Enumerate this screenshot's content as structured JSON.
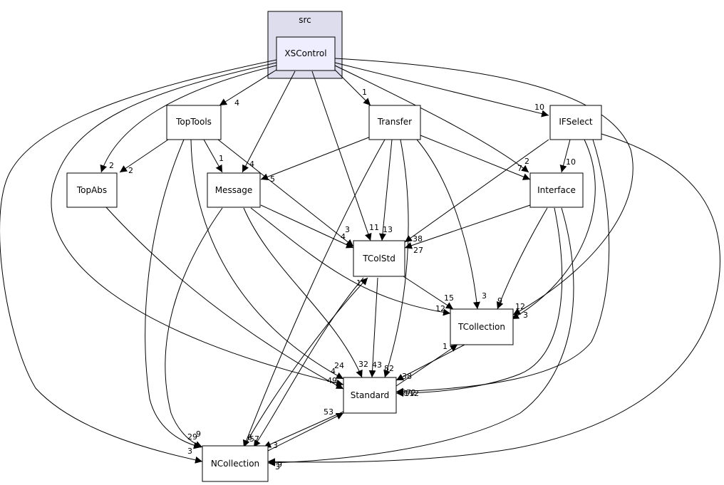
{
  "cluster": {
    "label": "src"
  },
  "nodes": {
    "xscontrol": "XSControl",
    "toptools": "TopTools",
    "transfer": "Transfer",
    "ifselect": "IFSelect",
    "topabs": "TopAbs",
    "message": "Message",
    "interface": "Interface",
    "tcolstd": "TColStd",
    "tcollection": "TCollection",
    "standard": "Standard",
    "ncollection": "NCollection"
  },
  "edge_labels": {
    "xs_toptools": "4",
    "xs_transfer": "1",
    "xs_ifselect": "10",
    "xs_topabs": "2",
    "xs_message": "4",
    "xs_tcolstd": "11",
    "xs_interface": "2",
    "xs_tcollection": "3",
    "xs_standard": "49",
    "xs_ncollection": "3",
    "toptools_topabs": "2",
    "toptools_message": "1",
    "toptools_tcolstd": "3",
    "toptools_standard": "24",
    "toptools_ncollection": "29",
    "transfer_message": "5",
    "transfer_interface": "7",
    "transfer_tcolstd": "13",
    "transfer_tcollection": "3",
    "transfer_standard": "82",
    "transfer_ncollection": "6",
    "ifselect_interface": "10",
    "ifselect_tcolstd": "38",
    "ifselect_tcollection": "12",
    "ifselect_standard": "272",
    "ifselect_ncollection": "9",
    "topabs_standard": "4",
    "message_tcolstd": "4",
    "message_tcollection": "12",
    "message_standard": "32",
    "message_ncollection": "9",
    "interface_tcolstd": "27",
    "interface_tcollection": "9",
    "interface_standard": "112",
    "interface_ncollection": "3",
    "tcolstd_tcollection": "15",
    "tcolstd_standard": "43",
    "tcolstd_ncollection": "57",
    "tcollection_standard": "38",
    "standard_tcollection": "1",
    "standard_ncollection": "3",
    "ncollection_tcolstd": "1",
    "ncollection_standard": "53"
  }
}
